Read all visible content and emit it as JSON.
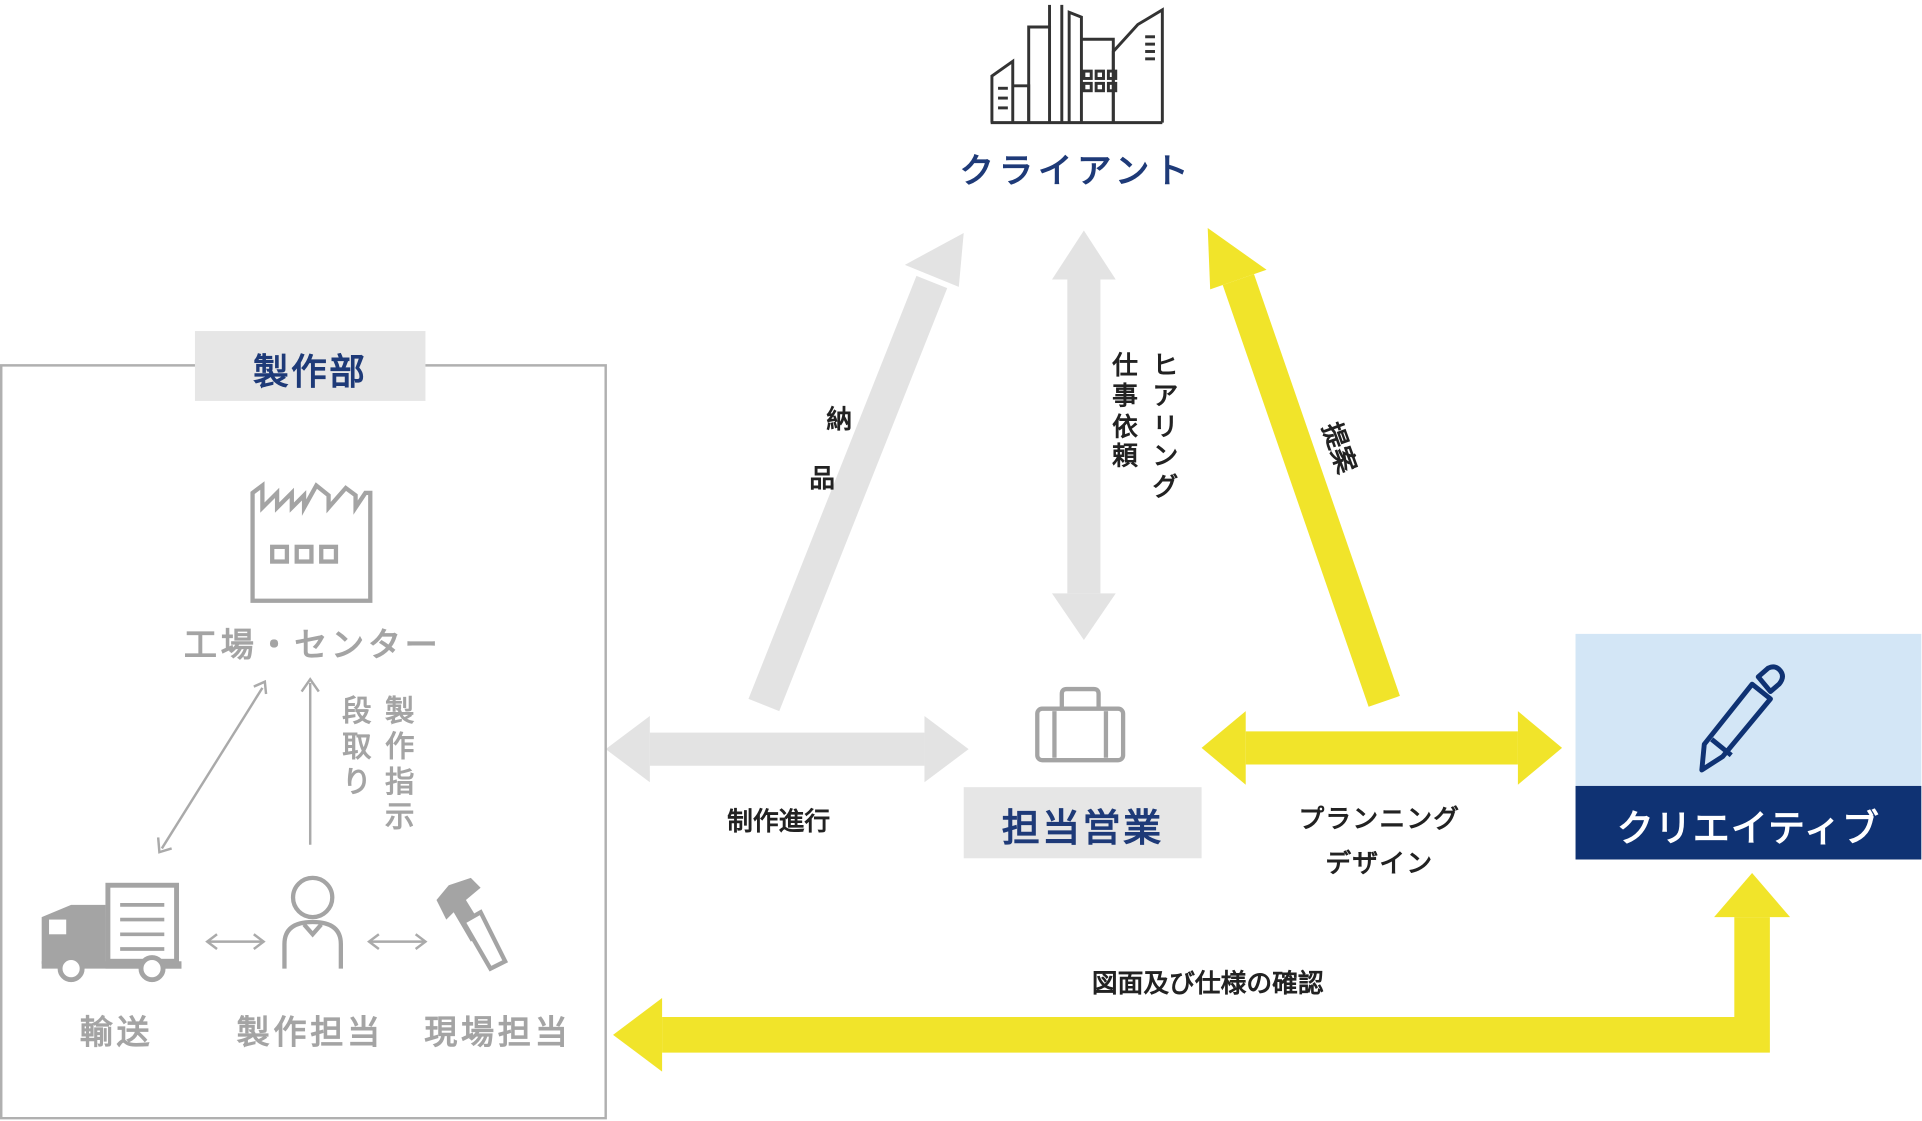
{
  "colors": {
    "gray_arrow": "#e3e3e3",
    "yellow_arrow": "#f1e42a",
    "navy": "#0f3273",
    "light_blue": "#d3e6f6",
    "icon_gray": "#9a9a9a",
    "icon_dark": "#333333"
  },
  "client": {
    "label": "クライアント",
    "icon": "city-buildings-icon"
  },
  "sales": {
    "label": "担当営業",
    "icon": "briefcase-icon"
  },
  "creative": {
    "label": "クリエイティブ",
    "icon": "pen-icon"
  },
  "production_dept": {
    "label": "製作部",
    "factory": {
      "label": "工場・センター",
      "icon": "factory-icon"
    },
    "arrange_label": [
      "段",
      "取",
      "り"
    ],
    "instruct_label": [
      "製",
      "作",
      "指",
      "示"
    ],
    "transport": {
      "label": "輸送",
      "icon": "truck-icon"
    },
    "manager": {
      "label": "製作担当",
      "icon": "person-icon"
    },
    "site": {
      "label": "現場担当",
      "icon": "hammer-icon"
    }
  },
  "arrows": {
    "delivery": [
      "納",
      "品"
    ],
    "hearing": [
      "ヒ",
      "ア",
      "リ",
      "ン",
      "グ"
    ],
    "request": [
      "仕",
      "事",
      "依",
      "頼"
    ],
    "proposal": "提案",
    "progress": "制作進行",
    "planning": "プランニング",
    "design": "デザイン",
    "confirm": "図面及び仕様の確認"
  }
}
